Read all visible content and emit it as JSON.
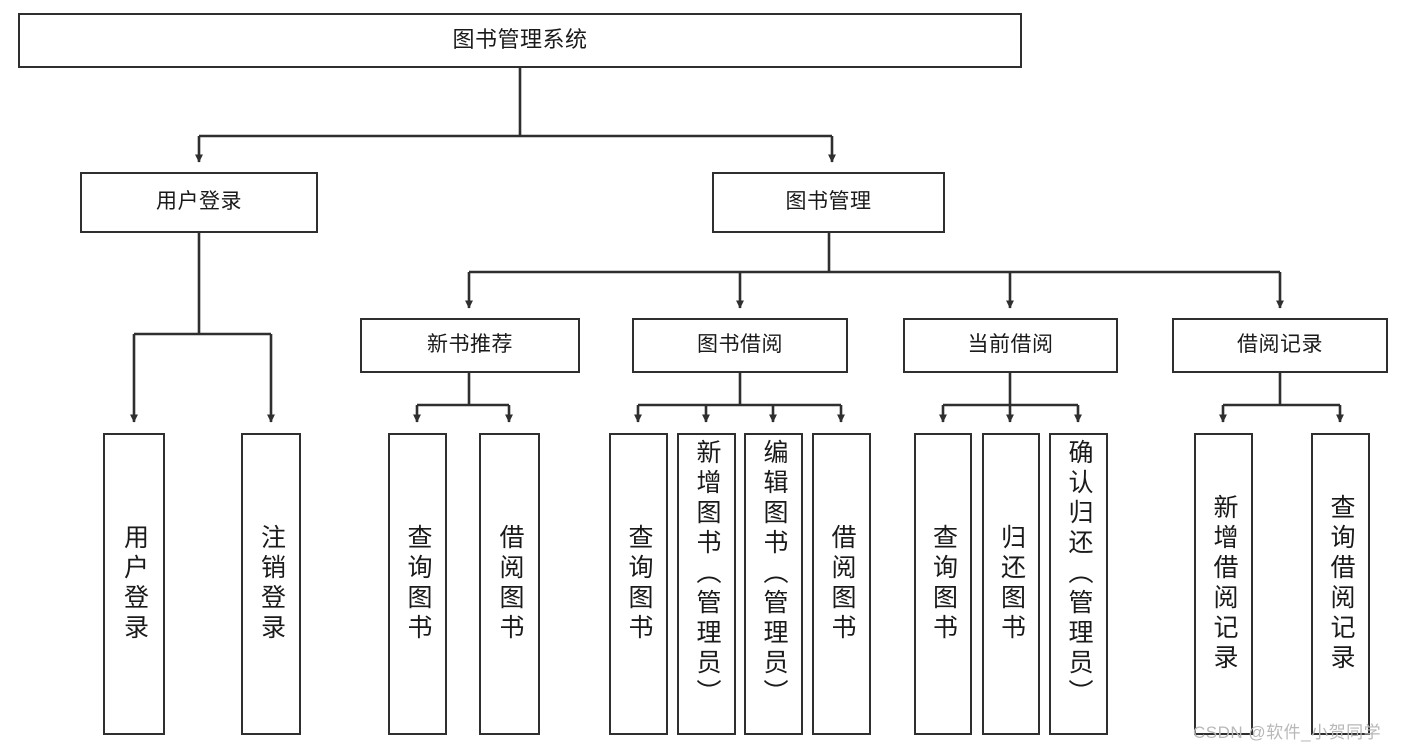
{
  "diagram": {
    "title": "图书管理系统",
    "type": "tree-hierarchy-chart",
    "colors": {
      "box_border": "#2f2f2f",
      "box_fill": "#ffffff",
      "connector": "#2f2f2f",
      "watermark": "#b8b8b8",
      "background": "#ffffff"
    },
    "root": {
      "label": "图书管理系统"
    },
    "level2": [
      {
        "label": "用户登录"
      },
      {
        "label": "图书管理"
      }
    ],
    "level3": [
      {
        "label": "新书推荐"
      },
      {
        "label": "图书借阅"
      },
      {
        "label": "当前借阅"
      },
      {
        "label": "借阅记录"
      }
    ],
    "leaves": {
      "user_login": [
        {
          "label": "用户登录"
        },
        {
          "label": "注销登录"
        }
      ],
      "new_book_recommend": [
        {
          "label": "查询图书"
        },
        {
          "label": "借阅图书"
        }
      ],
      "book_borrow": [
        {
          "label": "查询图书"
        },
        {
          "label": "新增图书（管理员）"
        },
        {
          "label": "编辑图书（管理员）"
        },
        {
          "label": "借阅图书"
        }
      ],
      "current_borrow": [
        {
          "label": "查询图书"
        },
        {
          "label": "归还图书"
        },
        {
          "label": "确认归还（管理员）"
        }
      ],
      "borrow_record": [
        {
          "label": "新增借阅记录"
        },
        {
          "label": "查询借阅记录"
        }
      ]
    }
  },
  "watermark": {
    "text": "CSDN @软件_小贺同学"
  }
}
